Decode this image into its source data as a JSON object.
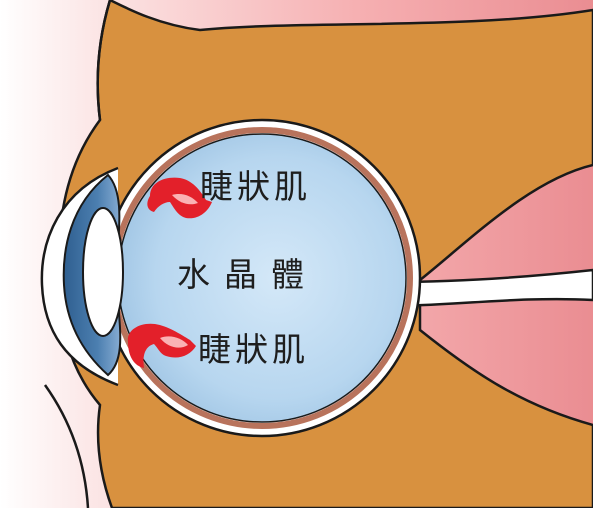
{
  "labels": {
    "ciliary_muscle_top": "睫狀肌",
    "lens": "水晶體",
    "ciliary_muscle_bottom": "睫狀肌"
  },
  "colors": {
    "skin": "#f6b0b2",
    "eye_socket": "#d8913f",
    "sclera": "#ffffff",
    "choroid": "#b8735c",
    "vitreous": "#b9d8f0",
    "iris": "#3f6e9c",
    "lens": "#ffffff",
    "muscle_arrow": "#e3202a",
    "outline": "#1a1a1a"
  }
}
